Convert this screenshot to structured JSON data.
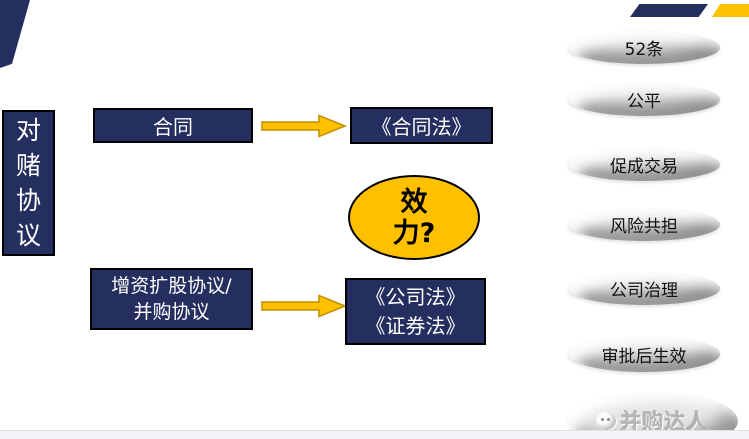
{
  "slide": {
    "vertical_title": "对\n赌\n协\n议",
    "flow": {
      "contract_label": "合同",
      "contract_law_label": "《合同法》",
      "agreements_label": "增资扩股协议/\n并购协议",
      "laws_label": "《公司法》\n《证券法》",
      "validity_question": "效\n力?"
    },
    "bullets": [
      "52条",
      "公平",
      "促成交易",
      "风险共担",
      "公司治理",
      "审批后生效"
    ],
    "watermark": "并购达人",
    "colors": {
      "navy": "#242E5F",
      "gold": "#FFC000",
      "gold_outline": "#BF9000",
      "ellipse_gray": "#E6E6E6"
    }
  }
}
